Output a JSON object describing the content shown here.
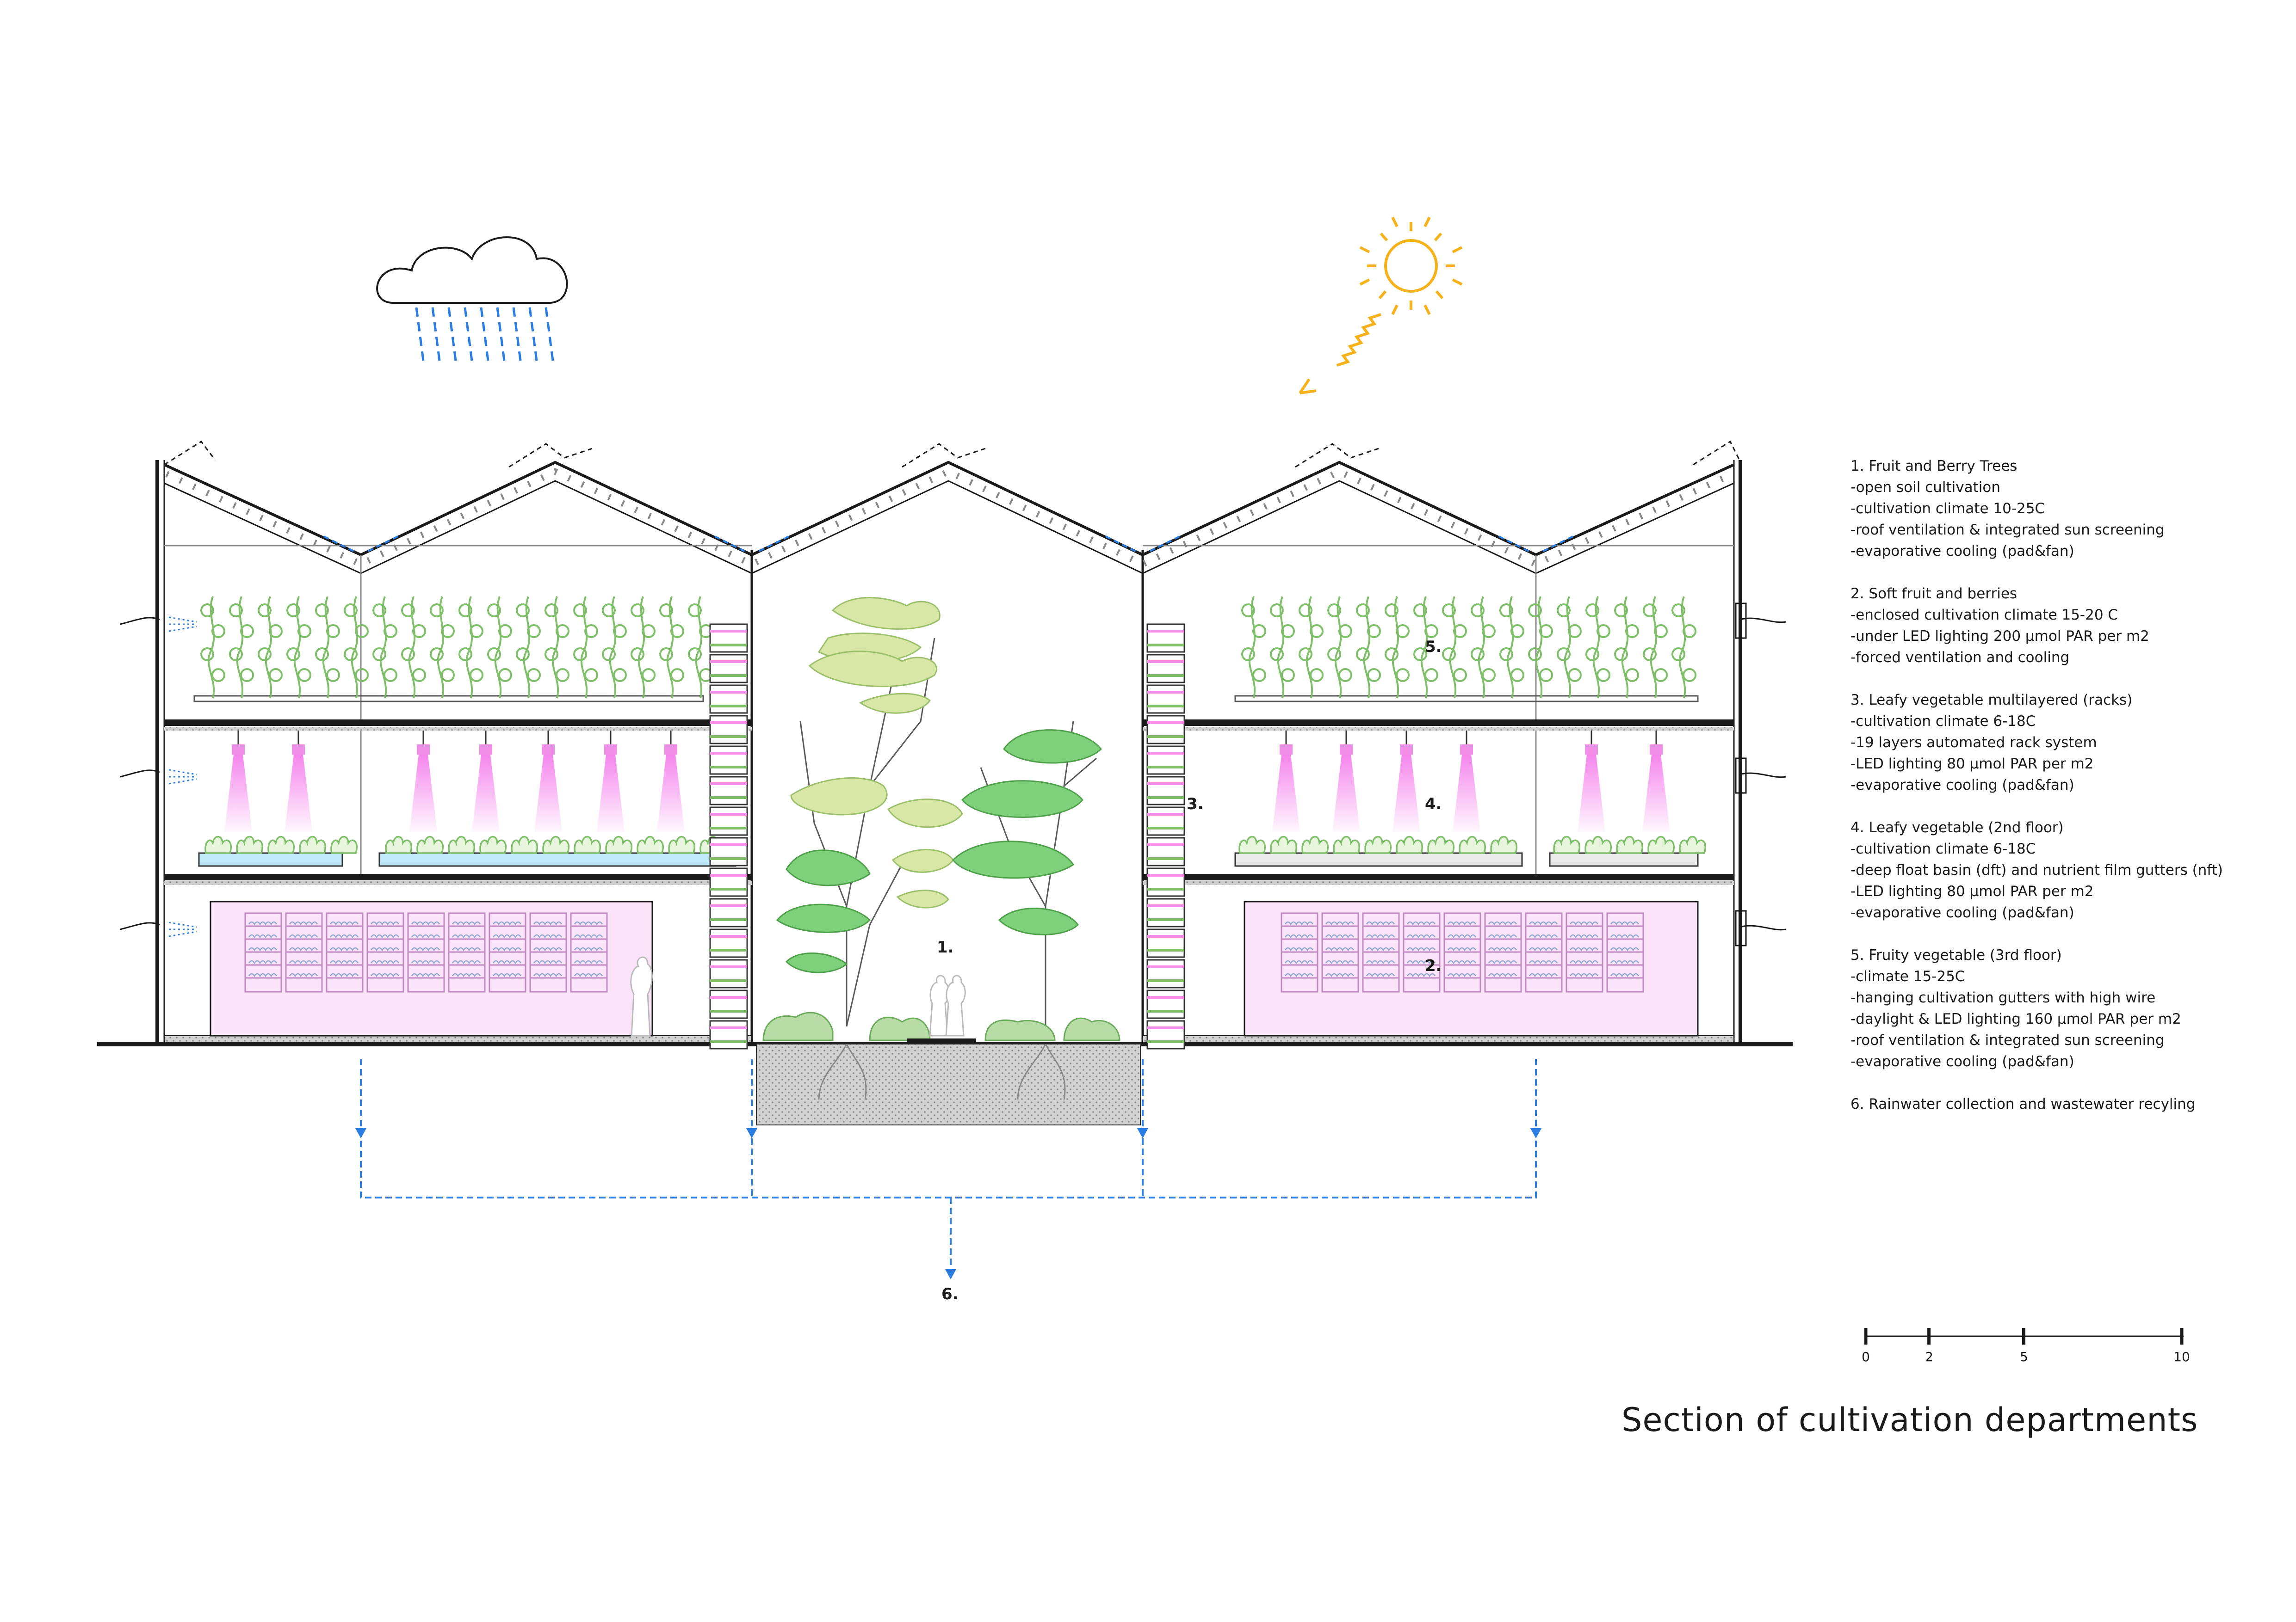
{
  "diagram": {
    "zone_labels": [
      "1.",
      "2.",
      "3.",
      "4.",
      "5.",
      "6."
    ]
  },
  "legend": {
    "sections": [
      {
        "lines": [
          "1. Fruit and Berry Trees",
          "-open soil cultivation",
          "-cultivation climate 10-25C",
          "-roof ventilation & integrated sun screening",
          "-evaporative cooling (pad&fan)"
        ]
      },
      {
        "lines": [
          "2. Soft fruit and berries",
          "-enclosed cultivation climate 15-20 C",
          "-under LED lighting 200 µmol PAR per m2",
          "-forced ventilation and cooling"
        ]
      },
      {
        "lines": [
          "3. Leafy vegetable multilayered (racks)",
          "-cultivation climate 6-18C",
          "-19 layers automated rack system",
          "-LED lighting 80 µmol PAR per m2",
          "-evaporative cooling (pad&fan)"
        ]
      },
      {
        "lines": [
          "4. Leafy vegetable (2nd floor)",
          "-cultivation climate 6-18C",
          "-deep float basin (dft) and nutrient film gutters (nft)",
          "-LED lighting 80 µmol PAR per m2",
          "-evaporative cooling (pad&fan)"
        ]
      },
      {
        "lines": [
          "5. Fruity vegetable (3rd floor)",
          "-climate 15-25C",
          "-hanging cultivation gutters with high wire",
          "-daylight & LED lighting 160 µmol PAR per m2",
          "-roof ventilation & integrated sun screening",
          "-evaporative cooling (pad&fan)"
        ]
      },
      {
        "lines": [
          "6. Rainwater collection and wastewater recyling"
        ]
      }
    ]
  },
  "scale_bar": {
    "ticks": [
      "0",
      "2",
      "5",
      "10"
    ],
    "values": [
      0,
      2,
      5,
      10
    ]
  },
  "title": "Section of cultivation departments",
  "colors": {
    "line": "#1a1a1a",
    "water": "#2a7de1",
    "sun": "#f5b21b",
    "led": "#f08ee8",
    "plant": "#8fc67a",
    "tree_dark": "#6cc26a",
    "tree_light": "#cfe09a",
    "soil": "#cfcfcf",
    "pink_room": "#fbe3fa"
  }
}
